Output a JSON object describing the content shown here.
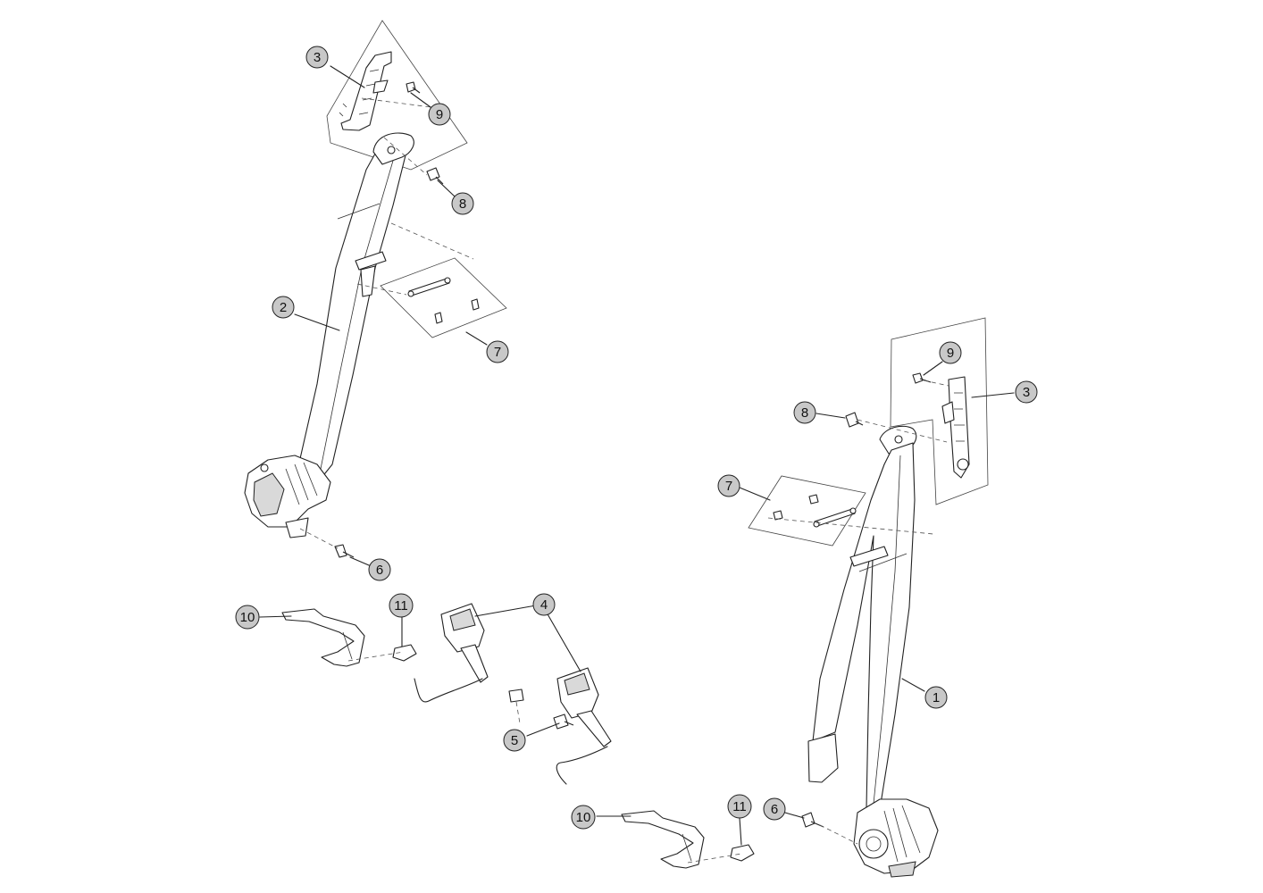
{
  "callouts": {
    "c1": "1",
    "c2": "2",
    "c3_left": "3",
    "c3_right": "3",
    "c4": "4",
    "c5": "5",
    "c6_left": "6",
    "c6_right": "6",
    "c7_left": "7",
    "c7_right": "7",
    "c8_left": "8",
    "c8_right": "8",
    "c9_left": "9",
    "c9_right": "9",
    "c10_left": "10",
    "c10_right": "10",
    "c11_left": "11",
    "c11_right": "11"
  },
  "colors": {
    "callout_fill": "#c8c8c8",
    "line": "#222222",
    "background": "#ffffff"
  }
}
